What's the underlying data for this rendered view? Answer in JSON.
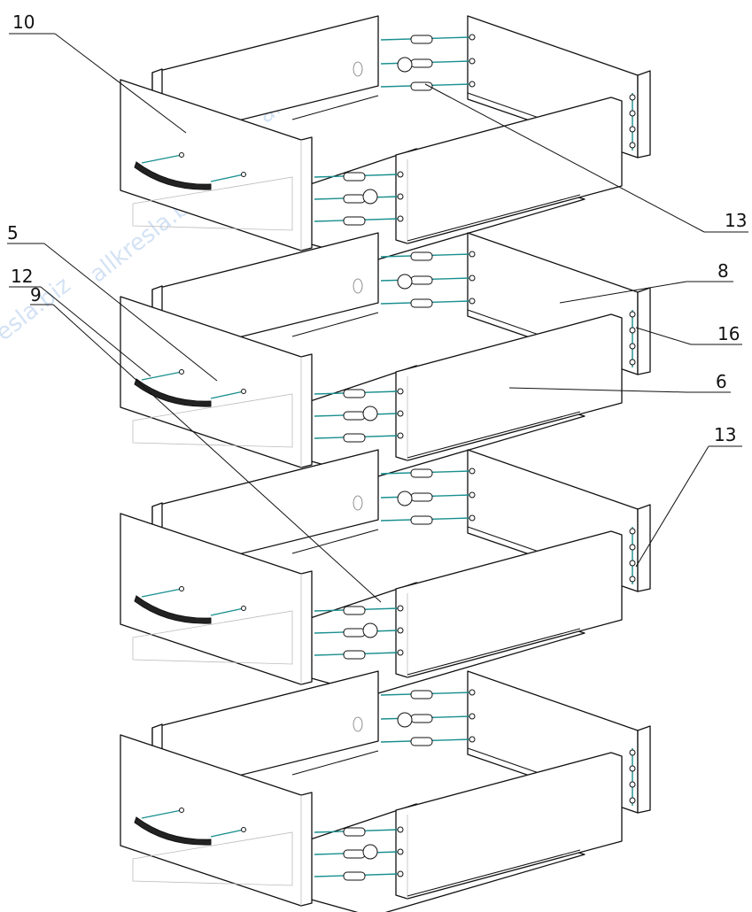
{
  "callouts": [
    {
      "id": "c10",
      "text": "10"
    },
    {
      "id": "c13a",
      "text": "13"
    },
    {
      "id": "c5",
      "text": "5"
    },
    {
      "id": "c12",
      "text": "12"
    },
    {
      "id": "c9",
      "text": "9"
    },
    {
      "id": "c8",
      "text": "8"
    },
    {
      "id": "c16",
      "text": "16"
    },
    {
      "id": "c6",
      "text": "6"
    },
    {
      "id": "c13b",
      "text": "13"
    }
  ],
  "watermark": {
    "text": "allkresla.biz"
  },
  "drawer_count": 4,
  "colors": {
    "line": "#111111",
    "connector": "#1a8f8f",
    "watermark": "#c9dcf2"
  }
}
